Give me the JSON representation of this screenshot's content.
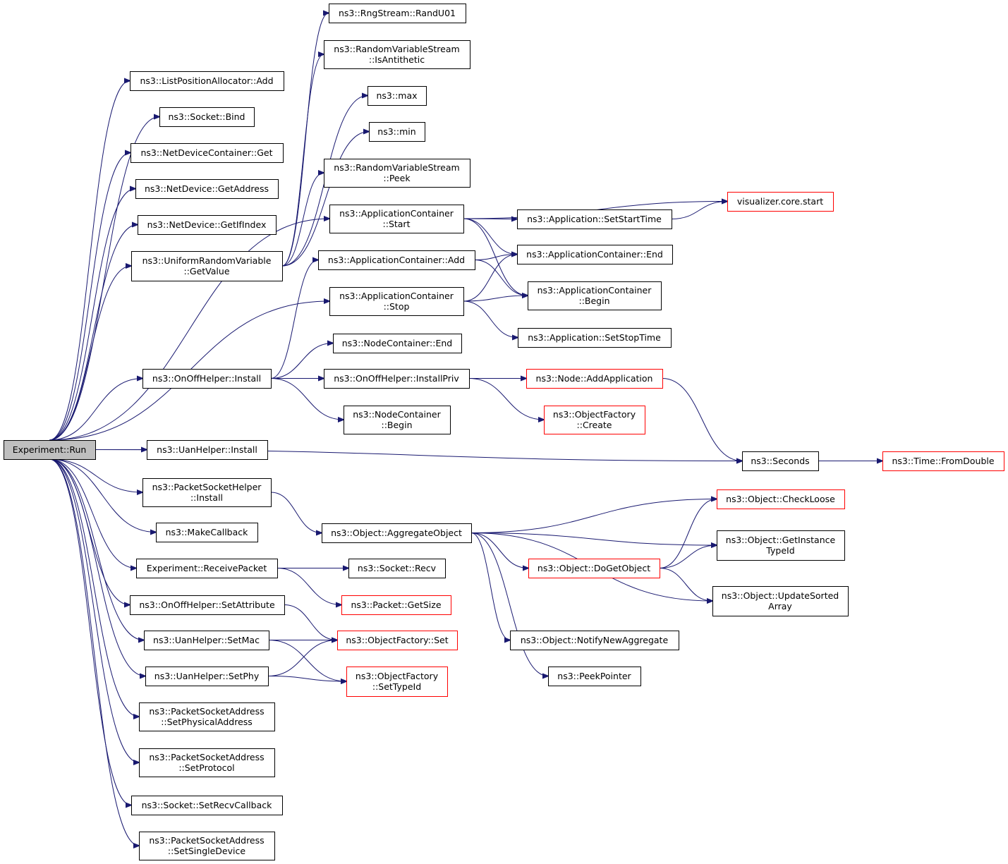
{
  "colors": {
    "edge": "#191970",
    "node_border": "#000000",
    "node_border_external": "#ff0000",
    "root_fill": "#bfbfbf",
    "background": "#ffffff"
  },
  "nodes": [
    {
      "id": "run",
      "lines": [
        "Experiment::Run"
      ],
      "style": "root"
    },
    {
      "id": "lpa_add",
      "lines": [
        "ns3::ListPositionAllocator::Add"
      ]
    },
    {
      "id": "sock_bind",
      "lines": [
        "ns3::Socket::Bind"
      ]
    },
    {
      "id": "ndc_get",
      "lines": [
        "ns3::NetDeviceContainer::Get"
      ]
    },
    {
      "id": "nd_getaddr",
      "lines": [
        "ns3::NetDevice::GetAddress"
      ]
    },
    {
      "id": "nd_getifidx",
      "lines": [
        "ns3::NetDevice::GetIfIndex"
      ]
    },
    {
      "id": "urv_getvalue",
      "lines": [
        "ns3::UniformRandomVariable",
        "::GetValue"
      ]
    },
    {
      "id": "rng_randu01",
      "lines": [
        "ns3::RngStream::RandU01"
      ]
    },
    {
      "id": "rvs_isanti",
      "lines": [
        "ns3::RandomVariableStream",
        "::IsAntithetic"
      ]
    },
    {
      "id": "max",
      "lines": [
        "ns3::max"
      ]
    },
    {
      "id": "min",
      "lines": [
        "ns3::min"
      ]
    },
    {
      "id": "rvs_peek",
      "lines": [
        "ns3::RandomVariableStream",
        "::Peek"
      ]
    },
    {
      "id": "ac_start",
      "lines": [
        "ns3::ApplicationContainer",
        "::Start"
      ]
    },
    {
      "id": "ac_add",
      "lines": [
        "ns3::ApplicationContainer::Add"
      ]
    },
    {
      "id": "ac_stop",
      "lines": [
        "ns3::ApplicationContainer",
        "::Stop"
      ]
    },
    {
      "id": "viz_start",
      "lines": [
        "visualizer.core.start"
      ],
      "style": "red"
    },
    {
      "id": "app_setstart",
      "lines": [
        "ns3::Application::SetStartTime"
      ]
    },
    {
      "id": "ac_end",
      "lines": [
        "ns3::ApplicationContainer::End"
      ]
    },
    {
      "id": "ac_begin",
      "lines": [
        "ns3::ApplicationContainer",
        "::Begin"
      ]
    },
    {
      "id": "app_setstop",
      "lines": [
        "ns3::Application::SetStopTime"
      ]
    },
    {
      "id": "onoff_install",
      "lines": [
        "ns3::OnOffHelper::Install"
      ]
    },
    {
      "id": "nc_end",
      "lines": [
        "ns3::NodeContainer::End"
      ]
    },
    {
      "id": "onoff_installpriv",
      "lines": [
        "ns3::OnOffHelper::InstallPriv"
      ]
    },
    {
      "id": "nc_begin",
      "lines": [
        "ns3::NodeContainer",
        "::Begin"
      ]
    },
    {
      "id": "node_addapp",
      "lines": [
        "ns3::Node::AddApplication"
      ],
      "style": "red"
    },
    {
      "id": "of_create",
      "lines": [
        "ns3::ObjectFactory",
        "::Create"
      ],
      "style": "red"
    },
    {
      "id": "uan_install",
      "lines": [
        "ns3::UanHelper::Install"
      ]
    },
    {
      "id": "seconds",
      "lines": [
        "ns3::Seconds"
      ]
    },
    {
      "id": "time_fromdouble",
      "lines": [
        "ns3::Time::FromDouble"
      ],
      "style": "red"
    },
    {
      "id": "psh_install",
      "lines": [
        "ns3::PacketSocketHelper",
        "::Install"
      ]
    },
    {
      "id": "makecallback",
      "lines": [
        "ns3::MakeCallback"
      ]
    },
    {
      "id": "obj_aggregate",
      "lines": [
        "ns3::Object::AggregateObject"
      ]
    },
    {
      "id": "obj_checkloose",
      "lines": [
        "ns3::Object::CheckLoose"
      ],
      "style": "red"
    },
    {
      "id": "obj_getinst",
      "lines": [
        "ns3::Object::GetInstance",
        "TypeId"
      ]
    },
    {
      "id": "obj_dogetobject",
      "lines": [
        "ns3::Object::DoGetObject"
      ],
      "style": "red"
    },
    {
      "id": "obj_updatesorted",
      "lines": [
        "ns3::Object::UpdateSorted",
        "Array"
      ]
    },
    {
      "id": "exp_receive",
      "lines": [
        "Experiment::ReceivePacket"
      ]
    },
    {
      "id": "sock_recv",
      "lines": [
        "ns3::Socket::Recv"
      ]
    },
    {
      "id": "pkt_getsize",
      "lines": [
        "ns3::Packet::GetSize"
      ],
      "style": "red"
    },
    {
      "id": "onoff_setattr",
      "lines": [
        "ns3::OnOffHelper::SetAttribute"
      ]
    },
    {
      "id": "uan_setmac",
      "lines": [
        "ns3::UanHelper::SetMac"
      ]
    },
    {
      "id": "of_set",
      "lines": [
        "ns3::ObjectFactory::Set"
      ],
      "style": "red"
    },
    {
      "id": "obj_notify",
      "lines": [
        "ns3::Object::NotifyNewAggregate"
      ]
    },
    {
      "id": "uan_setphy",
      "lines": [
        "ns3::UanHelper::SetPhy"
      ]
    },
    {
      "id": "of_settypeid",
      "lines": [
        "ns3::ObjectFactory",
        "::SetTypeId"
      ],
      "style": "red"
    },
    {
      "id": "peekpointer",
      "lines": [
        "ns3::PeekPointer"
      ]
    },
    {
      "id": "psa_setphys",
      "lines": [
        "ns3::PacketSocketAddress",
        "::SetPhysicalAddress"
      ]
    },
    {
      "id": "psa_setproto",
      "lines": [
        "ns3::PacketSocketAddress",
        "::SetProtocol"
      ]
    },
    {
      "id": "sock_setrecvcb",
      "lines": [
        "ns3::Socket::SetRecvCallback"
      ]
    },
    {
      "id": "psa_setsingle",
      "lines": [
        "ns3::PacketSocketAddress",
        "::SetSingleDevice"
      ]
    }
  ],
  "edges": [
    [
      "run",
      "lpa_add"
    ],
    [
      "run",
      "sock_bind"
    ],
    [
      "run",
      "ndc_get"
    ],
    [
      "run",
      "nd_getaddr"
    ],
    [
      "run",
      "nd_getifidx"
    ],
    [
      "run",
      "urv_getvalue"
    ],
    [
      "run",
      "ac_start"
    ],
    [
      "run",
      "ac_stop"
    ],
    [
      "run",
      "onoff_install"
    ],
    [
      "run",
      "uan_install"
    ],
    [
      "run",
      "seconds"
    ],
    [
      "run",
      "psh_install"
    ],
    [
      "run",
      "makecallback"
    ],
    [
      "run",
      "exp_receive"
    ],
    [
      "run",
      "onoff_setattr"
    ],
    [
      "run",
      "uan_setmac"
    ],
    [
      "run",
      "uan_setphy"
    ],
    [
      "run",
      "psa_setphys"
    ],
    [
      "run",
      "psa_setproto"
    ],
    [
      "run",
      "sock_setrecvcb"
    ],
    [
      "run",
      "psa_setsingle"
    ],
    [
      "urv_getvalue",
      "rng_randu01"
    ],
    [
      "urv_getvalue",
      "rvs_isanti"
    ],
    [
      "urv_getvalue",
      "max"
    ],
    [
      "urv_getvalue",
      "min"
    ],
    [
      "urv_getvalue",
      "rvs_peek"
    ],
    [
      "ac_start",
      "viz_start"
    ],
    [
      "ac_start",
      "app_setstart"
    ],
    [
      "ac_start",
      "ac_end"
    ],
    [
      "ac_start",
      "ac_begin"
    ],
    [
      "app_setstart",
      "viz_start"
    ],
    [
      "ac_add",
      "ac_end"
    ],
    [
      "ac_add",
      "ac_begin"
    ],
    [
      "ac_stop",
      "ac_end"
    ],
    [
      "ac_stop",
      "ac_begin"
    ],
    [
      "ac_stop",
      "app_setstop"
    ],
    [
      "onoff_install",
      "ac_add"
    ],
    [
      "onoff_install",
      "nc_end"
    ],
    [
      "onoff_install",
      "onoff_installpriv"
    ],
    [
      "onoff_install",
      "nc_begin"
    ],
    [
      "onoff_installpriv",
      "node_addapp"
    ],
    [
      "onoff_installpriv",
      "of_create"
    ],
    [
      "node_addapp",
      "seconds"
    ],
    [
      "seconds",
      "time_fromdouble"
    ],
    [
      "psh_install",
      "obj_aggregate"
    ],
    [
      "obj_aggregate",
      "obj_checkloose"
    ],
    [
      "obj_aggregate",
      "obj_getinst"
    ],
    [
      "obj_aggregate",
      "obj_dogetobject"
    ],
    [
      "obj_aggregate",
      "obj_updatesorted"
    ],
    [
      "obj_aggregate",
      "obj_notify"
    ],
    [
      "obj_aggregate",
      "peekpointer"
    ],
    [
      "obj_dogetobject",
      "obj_checkloose"
    ],
    [
      "obj_dogetobject",
      "obj_getinst"
    ],
    [
      "obj_dogetobject",
      "obj_updatesorted"
    ],
    [
      "exp_receive",
      "sock_recv"
    ],
    [
      "exp_receive",
      "pkt_getsize"
    ],
    [
      "onoff_setattr",
      "of_set"
    ],
    [
      "uan_setmac",
      "of_set"
    ],
    [
      "uan_setmac",
      "of_settypeid"
    ],
    [
      "uan_setphy",
      "of_set"
    ],
    [
      "uan_setphy",
      "of_settypeid"
    ]
  ]
}
